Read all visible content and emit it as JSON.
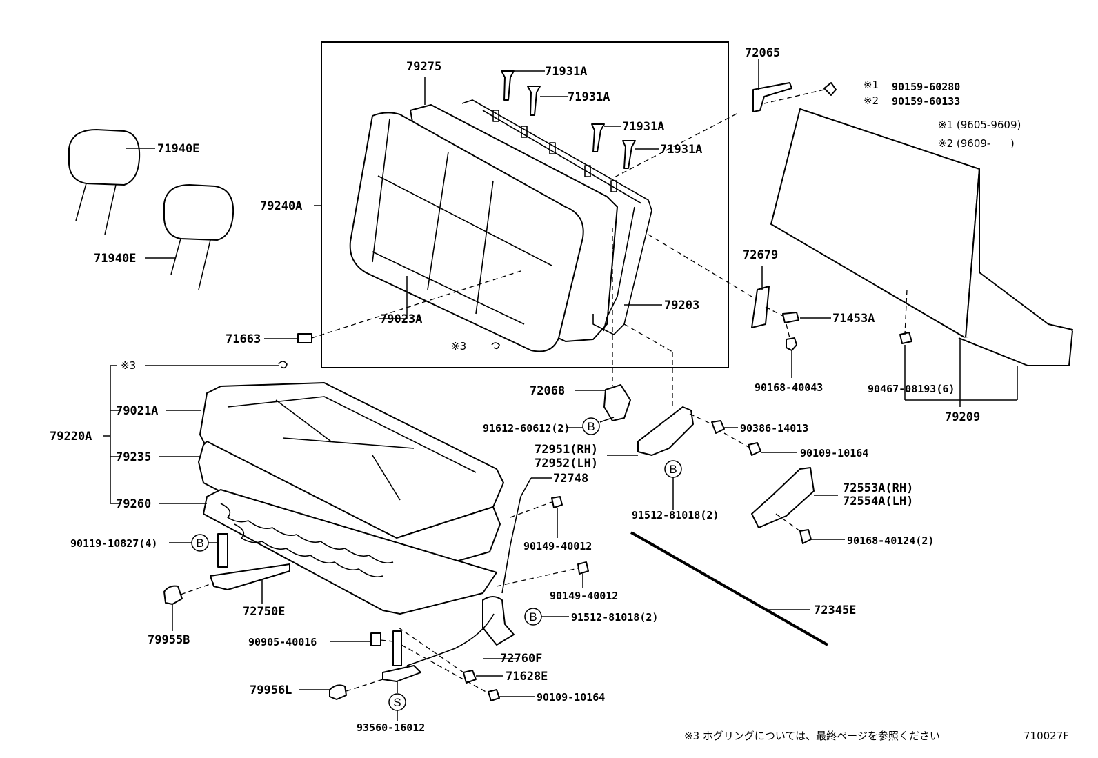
{
  "notes": {
    "ref1_mark": "※1",
    "ref1_part": "90159-60280",
    "ref2_mark": "※2",
    "ref2_part": "90159-60133",
    "legend1": "※1 (9605-9609)",
    "legend2": "※2 (9609-      )",
    "footnote": "※3  ホグリングについては、最終ページを参照ください",
    "diagram_code": "710027F",
    "ref3_a": "※3",
    "ref3_b": "※3"
  },
  "circle_letters": {
    "b": "B",
    "s": "S"
  },
  "labels": {
    "p79275": "79275",
    "p71931a_1": "71931A",
    "p71931a_2": "71931A",
    "p71931a_3": "71931A",
    "p71931a_4": "71931A",
    "p72065": "72065",
    "p71940e_1": "71940E",
    "p71940e_2": "71940E",
    "p79240a": "79240A",
    "p72679": "72679",
    "p71453a": "71453A",
    "p79203": "79203",
    "p71663": "71663",
    "p79023a": "79023A",
    "p90168_40043": "90168-40043",
    "p90467_08193": "90467-08193(6)",
    "p79209": "79209",
    "p72068": "72068",
    "p90386_14013": "90386-14013",
    "p91612_60612": "91612-60612(2)",
    "p72951": "72951(RH)",
    "p72952": "72952(LH)",
    "p90109_10164_a": "90109-10164",
    "p79220a": "79220A",
    "p79021a": "79021A",
    "p79235": "79235",
    "p72748": "72748",
    "p72553a": "72553A(RH)",
    "p72554a": "72554A(LH)",
    "p79260": "79260",
    "p91512_81018_a": "91512-81018(2)",
    "p90149_40012_a": "90149-40012",
    "p90119_10827": "90119-10827(4)",
    "p90168_40124": "90168-40124(2)",
    "p90149_40012_b": "90149-40012",
    "p72750e": "72750E",
    "p91512_81018_b": "91512-81018(2)",
    "p72345e": "72345E",
    "p79955b": "79955B",
    "p90905_40016": "90905-40016",
    "p72760f": "72760F",
    "p71628e": "71628E",
    "p79956l": "79956L",
    "p90109_10164_b": "90109-10164",
    "p93560_16012": "93560-16012"
  }
}
